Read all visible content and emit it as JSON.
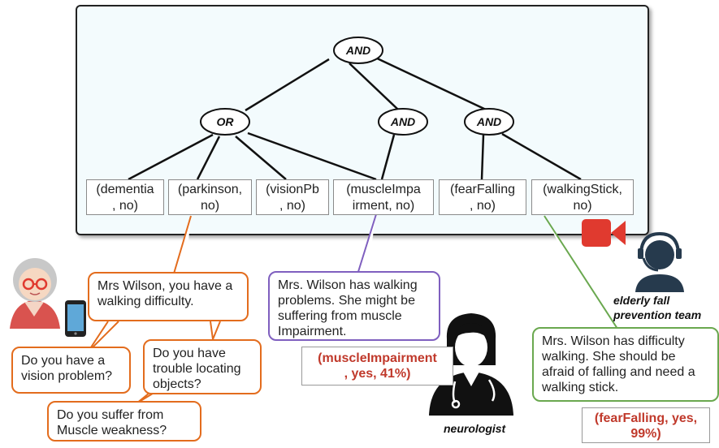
{
  "tree": {
    "root": "AND",
    "left_node": "OR",
    "mid_node": "AND",
    "right_node": "AND",
    "leaves": [
      {
        "line1": "(dementia",
        "line2": ", no)"
      },
      {
        "line1": "(parkinson,",
        "line2": "no)"
      },
      {
        "line1": "(visionPb",
        "line2": ", no)"
      },
      {
        "line1": "(muscleImpa",
        "line2": "irment, no)"
      },
      {
        "line1": "(fearFalling",
        "line2": ", no)"
      },
      {
        "line1": "(walkingStick,",
        "line2": "no)"
      }
    ]
  },
  "bubbles": {
    "walking": "Mrs Wilson, you have a walking difficulty.",
    "vision": "Do you have a vision problem?",
    "locating": "Do you have trouble locating objects?",
    "muscle_q": "Do you suffer from Muscle weakness?",
    "neuro": "Mrs. Wilson has walking problems. She might be suffering from muscle Impairment.",
    "team": "Mrs. Wilson has difficulty walking. She should be afraid of falling and need a walking stick."
  },
  "results": {
    "muscle": {
      "line1": "(muscleImpairment",
      "line2": ", yes, 41%)"
    },
    "fear": {
      "line1": "(fearFalling, yes,",
      "line2": "99%)"
    }
  },
  "roles": {
    "team_line1": "elderly fall",
    "team_line2": "prevention team",
    "neurologist": "neurologist"
  },
  "colors": {
    "orange": "#e36c1d",
    "purple": "#7f5fbf",
    "green": "#6aa84f",
    "red": "#e03a2f",
    "result_text": "#c0392b"
  },
  "icons": [
    "elderly-woman-icon",
    "smartphone-icon",
    "video-camera-icon",
    "team-member-icon",
    "doctor-icon"
  ]
}
